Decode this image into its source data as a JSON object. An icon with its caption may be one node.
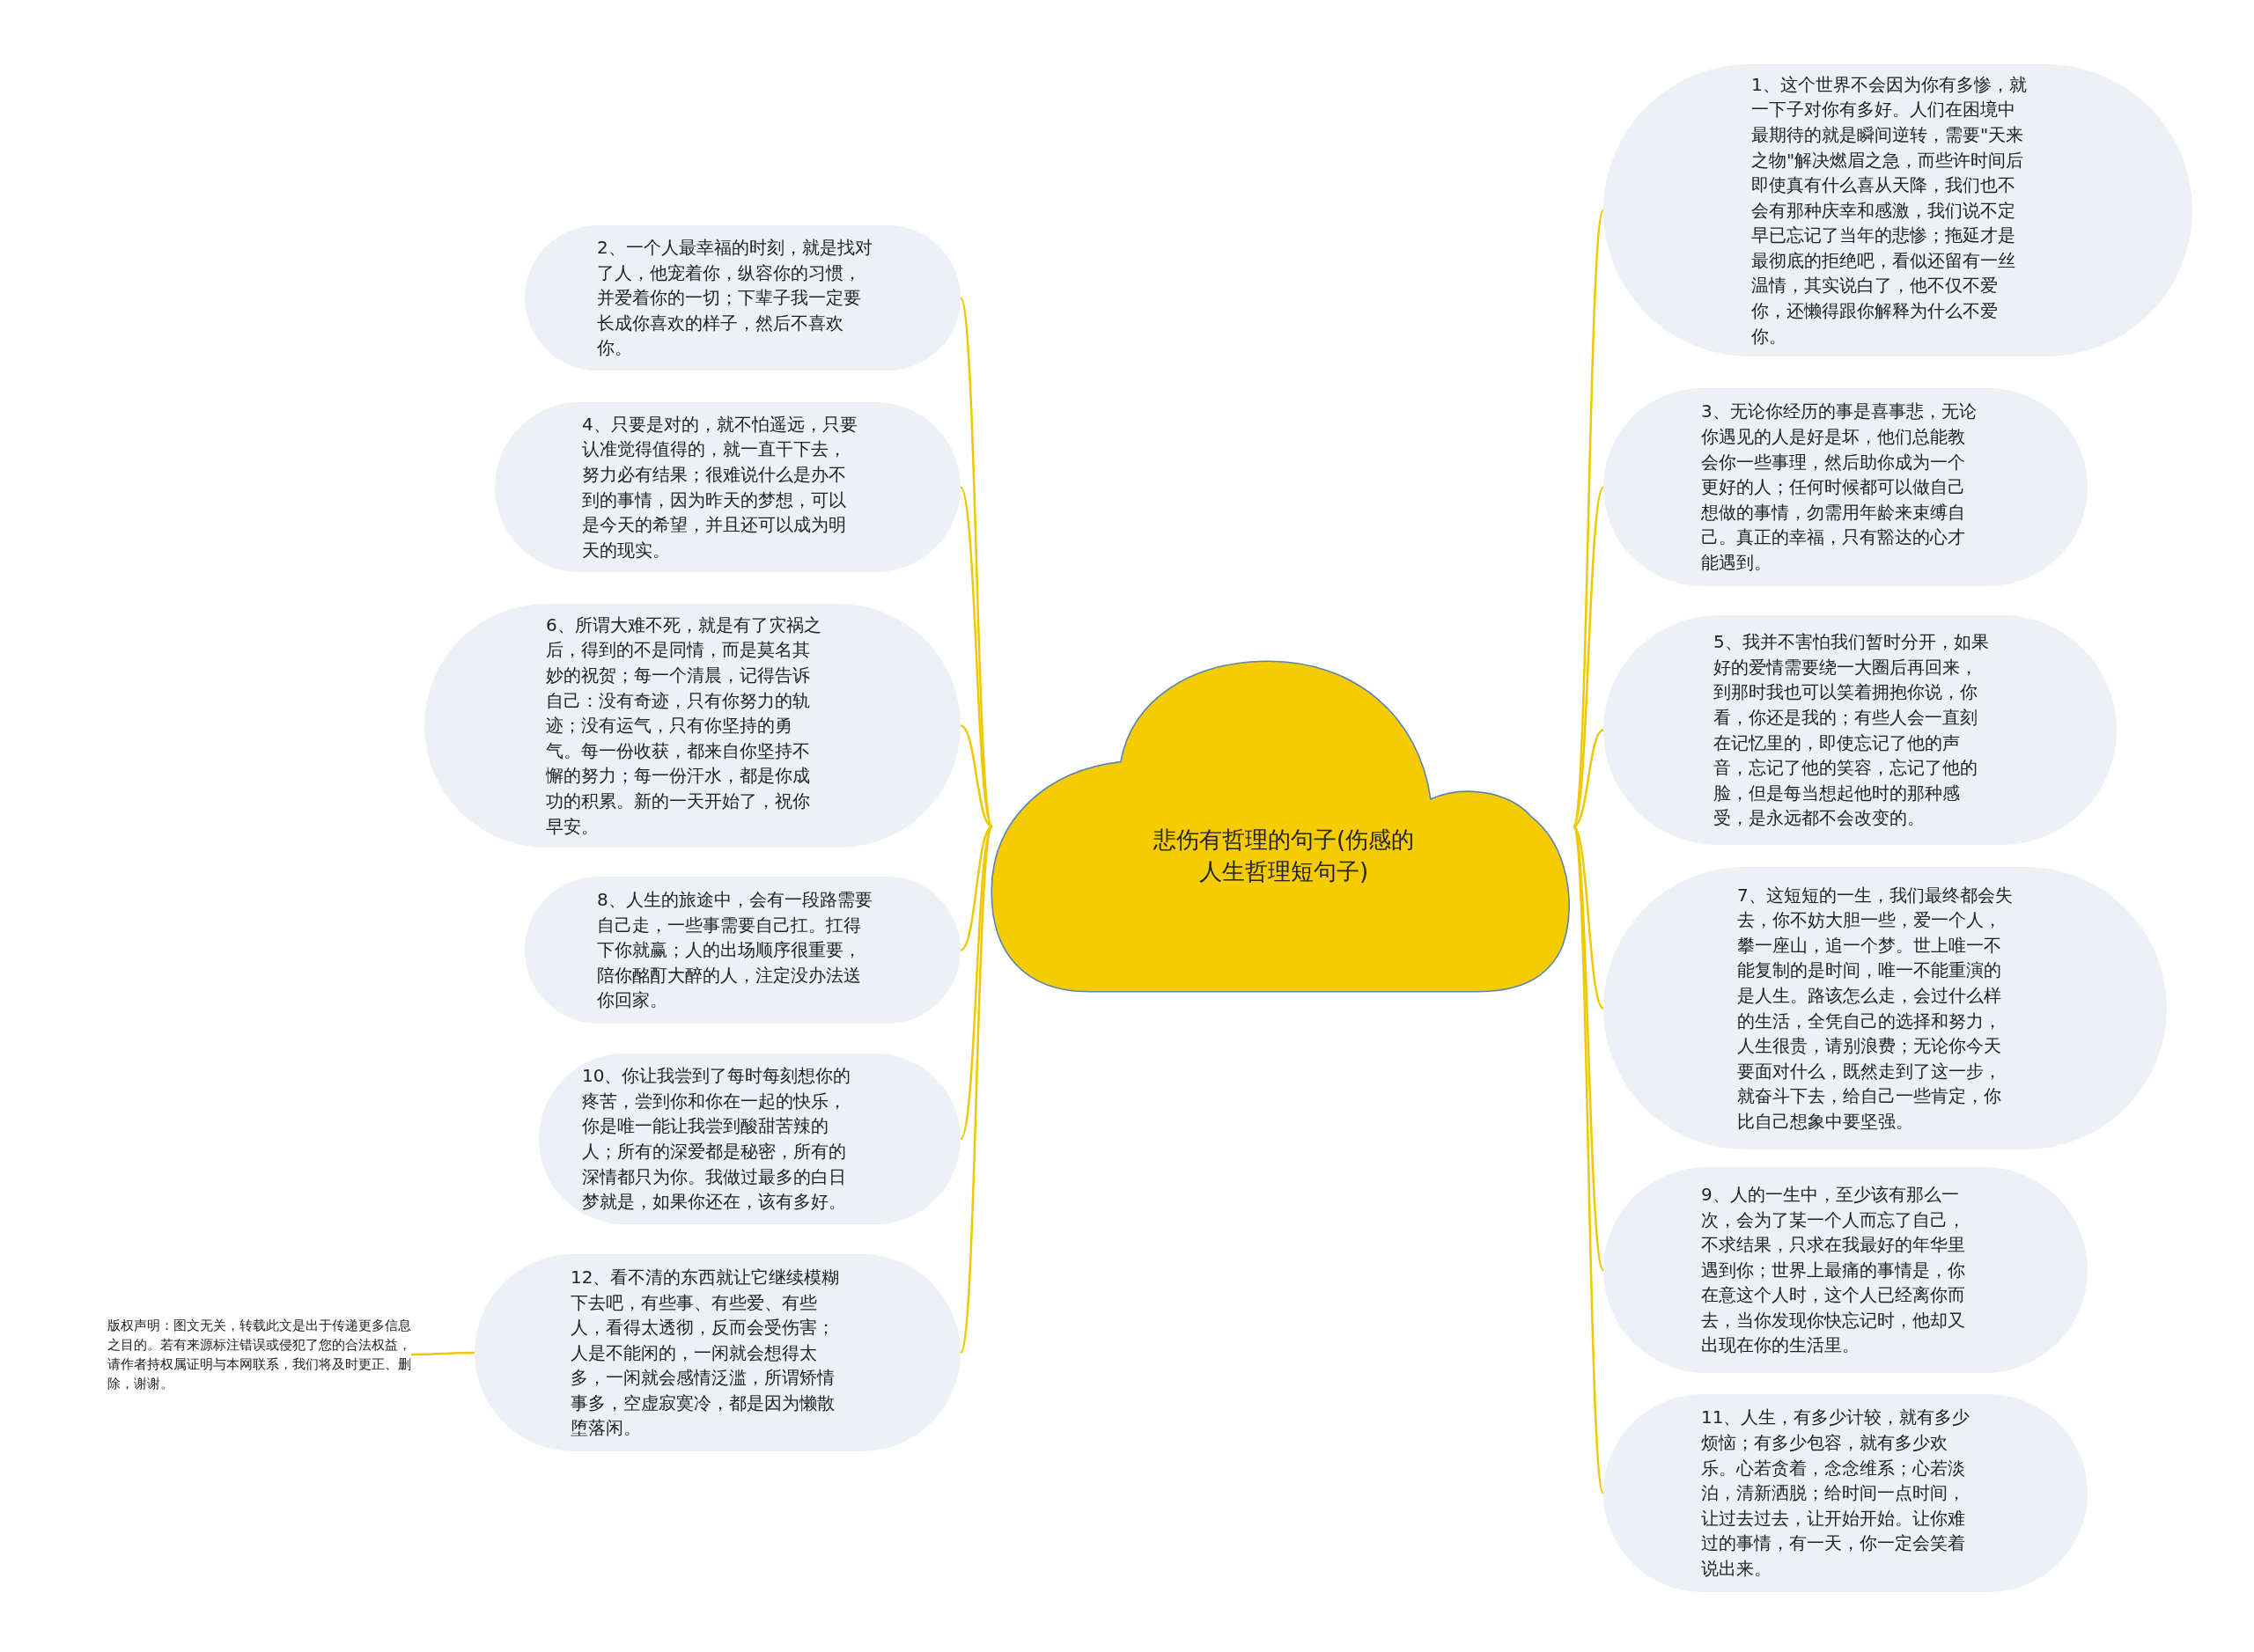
{
  "diagram": {
    "nodes": [
      {
        "text": [
          "悲伤有哲理的句子(伤感的人生哲理短句子)"
        ]
      },
      {
        "text": [
          "1、这个世界不会因为你有多惨，就一下子对你有多好。人们在困境中最期待的就是瞬间逆转，需要\"天来之物\"解决燃眉之急，而些许时间后即使真有什么喜从天降，我们也不会有那种庆幸和感激，我们说不定早已忘记了当年的悲惨；拖延才是最彻底的拒绝吧，看似还留有一丝温情，其实说白了，他不仅不爱你，还懒得跟你解释为什么不爱你。"
        ]
      },
      {
        "text": [
          "2、一个人最幸福的时刻，就是找对了人，他宠着你，纵容你的习惯，并爱着你的一切；下辈子我一定要长成你喜欢的样子，然后不喜欢你。"
        ]
      },
      {
        "text": [
          "3、无论你经历的事是喜事悲，无论你遇见的人是好是坏，他们总能教会你一些事理，然后助你成为一个更好的人；任何时候都可以做自己想做的事情，勿需用年龄来束缚自己。真正的幸福，只有豁达的心才能遇到。"
        ]
      },
      {
        "text": [
          "4、只要是对的，就不怕遥远，只要认准觉得值得的，就一直干下去，努力必有结果；很难说什么是办不到的事情，因为昨天的梦想，可以是今天的希望，并且还可以成为明天的现实。"
        ]
      },
      {
        "text": [
          "5、我并不害怕我们暂时分开，如果好的爱情需要绕一大圈后再回来，到那时我也可以笑着拥抱你说，你看，你还是我的；有些人会一直刻在记忆里的，即使忘记了他的声音，忘记了他的笑容，忘记了他的脸，但是每当想起他时的那种感受，是永远都不会改变的。"
        ]
      },
      {
        "text": [
          "6、所谓大难不死，就是有了灾祸之后，得到的不是同情，而是莫名其妙的祝贺；每一个清晨，记得告诉自己：没有奇迹，只有你努力的轨迹；没有运气，只有你坚持的勇气。每一份收获，都来自你坚持不懈的努力；每一份汗水，都是你成功的积累。新的一天开始了，祝你早安。"
        ]
      },
      {
        "text": [
          "7、这短短的一生，我们最终都会失去，你不妨大胆一些，爱一个人，攀一座山，追一个梦。世上唯一不能复制的是时间，唯一不能重演的是人生。路该怎么走，会过什么样的生活，全凭自己的选择和努力，人生很贵，请别浪费；无论你今天要面对什么，既然走到了这一步，就奋斗下去，给自己一些肯定，你比自己想象中要坚强。"
        ]
      },
      {
        "text": [
          "8、人生的旅途中，会有一段路需要自己走，一些事需要自己扛。扛得下你就赢；人的出场顺序很重要，陪你酩酊大醉的人，注定没办法送你回家。"
        ]
      },
      {
        "text": [
          "9、人的一生中，至少该有那么一次，会为了某一个人而忘了自己，不求结果，只求在我最好的年华里遇到你；世界上最痛的事情是，你在意这个人时，这个人已经离你而去，当你发现你快忘记时，他却又出现在你的生活里。"
        ]
      },
      {
        "text": [
          "10、你让我尝到了每时每刻想你的疼苦，尝到你和你在一起的快乐，你是唯一能让我尝到酸甜苦辣的人；所有的深爱都是秘密，所有的深情都只为你。我做过最多的白日梦就是，如果你还在，该有多好。"
        ]
      },
      {
        "text": [
          "11、人生，有多少计较，就有多少烦恼；有多少包容，就有多少欢乐。心若贪着，念念维系；心若淡泊，清新洒脱；给时间一点时间，让过去过去，让开始开始。让你难过的事情，有一天，你一定会笑着说出来。"
        ]
      },
      {
        "text": [
          "12、看不清的东西就让它继续模糊下去吧，有些事、有些爱、有些人，看得太透彻，反而会受伤害；人是不能闲的，一闲就会想得太多，一闲就会感情泛滥，所谓矫情事多，空虚寂寞冷，都是因为懒散堕落闲。"
        ]
      },
      {
        "text": [
          "版权声明：图文无关，转载此文是出于传递更多信息之目的。若有来源标注错误或侵犯了您的合法权益，请作者持权属证明与本网联系，我们将及时更正、删除，谢谢。"
        ]
      }
    ],
    "edges": [
      {
        "from": 0,
        "to": 1,
        "arrow": "none"
      },
      {
        "from": 0,
        "to": 2,
        "arrow": "none"
      },
      {
        "from": 0,
        "to": 3,
        "arrow": "none"
      },
      {
        "from": 0,
        "to": 4,
        "arrow": "none"
      },
      {
        "from": 0,
        "to": 5,
        "arrow": "none"
      },
      {
        "from": 0,
        "to": 6,
        "arrow": "none"
      },
      {
        "from": 0,
        "to": 7,
        "arrow": "none"
      },
      {
        "from": 0,
        "to": 8,
        "arrow": "none"
      },
      {
        "from": 0,
        "to": 9,
        "arrow": "none"
      },
      {
        "from": 0,
        "to": 10,
        "arrow": "none"
      },
      {
        "from": 0,
        "to": 11,
        "arrow": "none"
      },
      {
        "from": 0,
        "to": 12,
        "arrow": "none"
      },
      {
        "from": 12,
        "to": 13,
        "arrow": "none"
      }
    ]
  }
}
